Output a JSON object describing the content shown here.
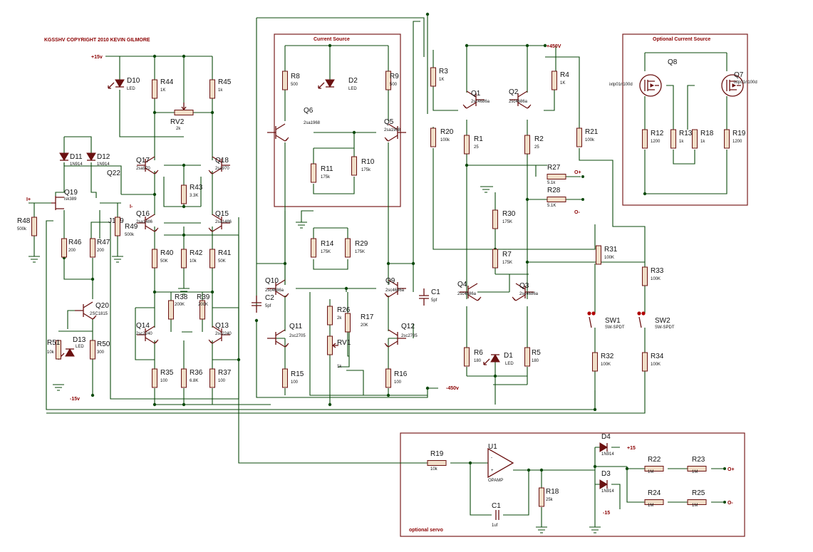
{
  "copyright": "KGSSHV COPYRIGHT 2010 KEVIN GILMORE",
  "boxes": {
    "current_source": "Current Source",
    "optional_current_source": "Optional Current Source",
    "optional_servo": "optional servo"
  },
  "rails": {
    "p15v_top": "+15v",
    "m15v_bot": "-15v",
    "p450v": "+450V",
    "m450v": "-450v",
    "servo_p15": "+15",
    "servo_m15": "-15"
  },
  "io": {
    "in_plus": "I+",
    "in_minus": "I-",
    "out_plus": "O+",
    "out_minus": "O-"
  },
  "components": [
    {
      "id": "D10",
      "ref": "D10",
      "val": "LED"
    },
    {
      "id": "R44",
      "ref": "R44",
      "val": "1K"
    },
    {
      "id": "R45",
      "ref": "R45",
      "val": "1k"
    },
    {
      "id": "RV2",
      "ref": "RV2",
      "val": "2k"
    },
    {
      "id": "D11",
      "ref": "D11",
      "val": "1N914"
    },
    {
      "id": "D12",
      "ref": "D12",
      "val": "1N914"
    },
    {
      "id": "Q22",
      "ref": "Q22",
      "val": ""
    },
    {
      "id": "Q17",
      "ref": "Q17",
      "val": "2sa970"
    },
    {
      "id": "Q18",
      "ref": "Q18",
      "val": "2sa970"
    },
    {
      "id": "R43",
      "ref": "R43",
      "val": "3.3K"
    },
    {
      "id": "Q19",
      "ref": "Q19",
      "val": "lsk389"
    },
    {
      "id": "J109",
      "ref": "J109",
      "val": ""
    },
    {
      "id": "R48",
      "ref": "R48",
      "val": "500k"
    },
    {
      "id": "R49",
      "ref": "R49",
      "val": "500k"
    },
    {
      "id": "Q16",
      "ref": "Q16",
      "val": "2sa1486"
    },
    {
      "id": "Q15",
      "ref": "Q15",
      "val": "2sa1486"
    },
    {
      "id": "R46",
      "ref": "R46",
      "val": "200"
    },
    {
      "id": "R47",
      "ref": "R47",
      "val": "200"
    },
    {
      "id": "R40",
      "ref": "R40",
      "val": "50K"
    },
    {
      "id": "R42",
      "ref": "R42",
      "val": "10k"
    },
    {
      "id": "R41",
      "ref": "R41",
      "val": "50K"
    },
    {
      "id": "R38",
      "ref": "R38",
      "val": "200K"
    },
    {
      "id": "R39",
      "ref": "R39",
      "val": "200K"
    },
    {
      "id": "Q20",
      "ref": "Q20",
      "val": "2SC1815"
    },
    {
      "id": "D13",
      "ref": "D13",
      "val": "LED"
    },
    {
      "id": "R51",
      "ref": "R51",
      "val": "10k"
    },
    {
      "id": "R50",
      "ref": "R50",
      "val": "300"
    },
    {
      "id": "Q14",
      "ref": "Q14",
      "val": "2sc2240"
    },
    {
      "id": "Q13",
      "ref": "Q13",
      "val": "2sc2240"
    },
    {
      "id": "R35",
      "ref": "R35",
      "val": "100"
    },
    {
      "id": "R36",
      "ref": "R36",
      "val": "6.8K"
    },
    {
      "id": "R37",
      "ref": "R37",
      "val": "100"
    },
    {
      "id": "R8",
      "ref": "R8",
      "val": "500"
    },
    {
      "id": "D2",
      "ref": "D2",
      "val": "LED"
    },
    {
      "id": "R9",
      "ref": "R9",
      "val": "500"
    },
    {
      "id": "Q6",
      "ref": "Q6",
      "val": "2sa1968"
    },
    {
      "id": "Q5",
      "ref": "Q5",
      "val": "2sa1968"
    },
    {
      "id": "R11",
      "ref": "R11",
      "val": "175k"
    },
    {
      "id": "R10",
      "ref": "R10",
      "val": "175k"
    },
    {
      "id": "R14",
      "ref": "R14",
      "val": "175K"
    },
    {
      "id": "R29",
      "ref": "R29",
      "val": "175K"
    },
    {
      "id": "Q10",
      "ref": "Q10",
      "val": "2sc4686a"
    },
    {
      "id": "Q9",
      "ref": "Q9",
      "val": "2sc4686a"
    },
    {
      "id": "C2",
      "ref": "C2",
      "val": "5pf"
    },
    {
      "id": "C1",
      "ref": "C1",
      "val": "5pf"
    },
    {
      "id": "R26",
      "ref": "R26",
      "val": "2k"
    },
    {
      "id": "R17",
      "ref": "R17",
      "val": "20K"
    },
    {
      "id": "RV1",
      "ref": "RV1",
      "val": "1k"
    },
    {
      "id": "Q11",
      "ref": "Q11",
      "val": "2sc2705"
    },
    {
      "id": "Q12",
      "ref": "Q12",
      "val": "2sc2705"
    },
    {
      "id": "R15",
      "ref": "R15",
      "val": "100"
    },
    {
      "id": "R16",
      "ref": "R16",
      "val": "100"
    },
    {
      "id": "R3",
      "ref": "R3",
      "val": "1K"
    },
    {
      "id": "R4",
      "ref": "R4",
      "val": "1K"
    },
    {
      "id": "Q1",
      "ref": "Q1",
      "val": "2sc4686a"
    },
    {
      "id": "Q2",
      "ref": "Q2",
      "val": "2sc4686a"
    },
    {
      "id": "R20",
      "ref": "R20",
      "val": "100k"
    },
    {
      "id": "R1",
      "ref": "R1",
      "val": "25"
    },
    {
      "id": "R2",
      "ref": "R2",
      "val": "25"
    },
    {
      "id": "R21",
      "ref": "R21",
      "val": "100k"
    },
    {
      "id": "R27",
      "ref": "R27",
      "val": "5.1k"
    },
    {
      "id": "R28",
      "ref": "R28",
      "val": "5.1K"
    },
    {
      "id": "R30",
      "ref": "R30",
      "val": "175K"
    },
    {
      "id": "R7",
      "ref": "R7",
      "val": "175K"
    },
    {
      "id": "R31",
      "ref": "R31",
      "val": "100K"
    },
    {
      "id": "R33",
      "ref": "R33",
      "val": "100K"
    },
    {
      "id": "Q4",
      "ref": "Q4",
      "val": "2sc4686a"
    },
    {
      "id": "Q3",
      "ref": "Q3",
      "val": "2sc4686a"
    },
    {
      "id": "SW1",
      "ref": "SW1",
      "val": "SW-SPDT"
    },
    {
      "id": "SW2",
      "ref": "SW2",
      "val": "SW-SPDT"
    },
    {
      "id": "R6",
      "ref": "R6",
      "val": "180"
    },
    {
      "id": "D1",
      "ref": "D1",
      "val": "LED"
    },
    {
      "id": "R5",
      "ref": "R5",
      "val": "180"
    },
    {
      "id": "R32",
      "ref": "R32",
      "val": "100K"
    },
    {
      "id": "R34",
      "ref": "R34",
      "val": "100K"
    },
    {
      "id": "Q8",
      "ref": "Q8",
      "val": "ixtp01n100d"
    },
    {
      "id": "Q7",
      "ref": "Q7",
      "val": "ixtp01n100d"
    },
    {
      "id": "R12",
      "ref": "R12",
      "val": "1200"
    },
    {
      "id": "R13",
      "ref": "R13",
      "val": "1k"
    },
    {
      "id": "R18b",
      "ref": "R18",
      "val": "1k"
    },
    {
      "id": "R19b",
      "ref": "R19",
      "val": "1200"
    },
    {
      "id": "U1",
      "ref": "U1",
      "val": "OPAMP"
    },
    {
      "id": "R19",
      "ref": "R19",
      "val": "10k"
    },
    {
      "id": "C1s",
      "ref": "C1",
      "val": "1uf"
    },
    {
      "id": "R18",
      "ref": "R18",
      "val": "25k"
    },
    {
      "id": "D4",
      "ref": "D4",
      "val": "1N914"
    },
    {
      "id": "D3",
      "ref": "D3",
      "val": "1N914"
    },
    {
      "id": "R22",
      "ref": "R22",
      "val": "1M"
    },
    {
      "id": "R23",
      "ref": "R23",
      "val": "1M"
    },
    {
      "id": "R24",
      "ref": "R24",
      "val": "1M"
    },
    {
      "id": "R25",
      "ref": "R25",
      "val": "1M"
    }
  ]
}
